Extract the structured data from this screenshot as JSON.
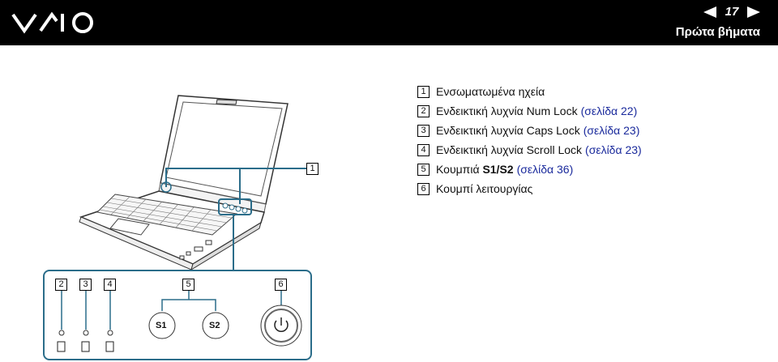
{
  "header": {
    "logo_text": "VAIO",
    "page_number": "17",
    "section_title": "Πρώτα βήματα"
  },
  "legend": [
    {
      "num": "1",
      "text": "Ενσωματωμένα ηχεία",
      "link": ""
    },
    {
      "num": "2",
      "text": "Ενδεικτική λυχνία Num Lock",
      "link": "(σελίδα 22)"
    },
    {
      "num": "3",
      "text": "Ενδεικτική λυχνία Caps Lock",
      "link": "(σελίδα 23)"
    },
    {
      "num": "4",
      "text": "Ενδεικτική λυχνία Scroll Lock",
      "link": "(σελίδα 23)"
    },
    {
      "num": "5",
      "text_pre": "Κουμπιά ",
      "text_bold": "S1/S2",
      "link": "(σελίδα 36)"
    },
    {
      "num": "6",
      "text": "Κουμπί λειτουργίας",
      "link": ""
    }
  ],
  "diagram": {
    "callout_laptop": "1",
    "callouts_bottom": [
      "2",
      "3",
      "4",
      "5",
      "6"
    ],
    "s1_label": "S1",
    "s2_label": "S2"
  },
  "colors": {
    "header_bg": "#000000",
    "link": "#1a2a9c",
    "callout_line": "#2b6d8a"
  }
}
